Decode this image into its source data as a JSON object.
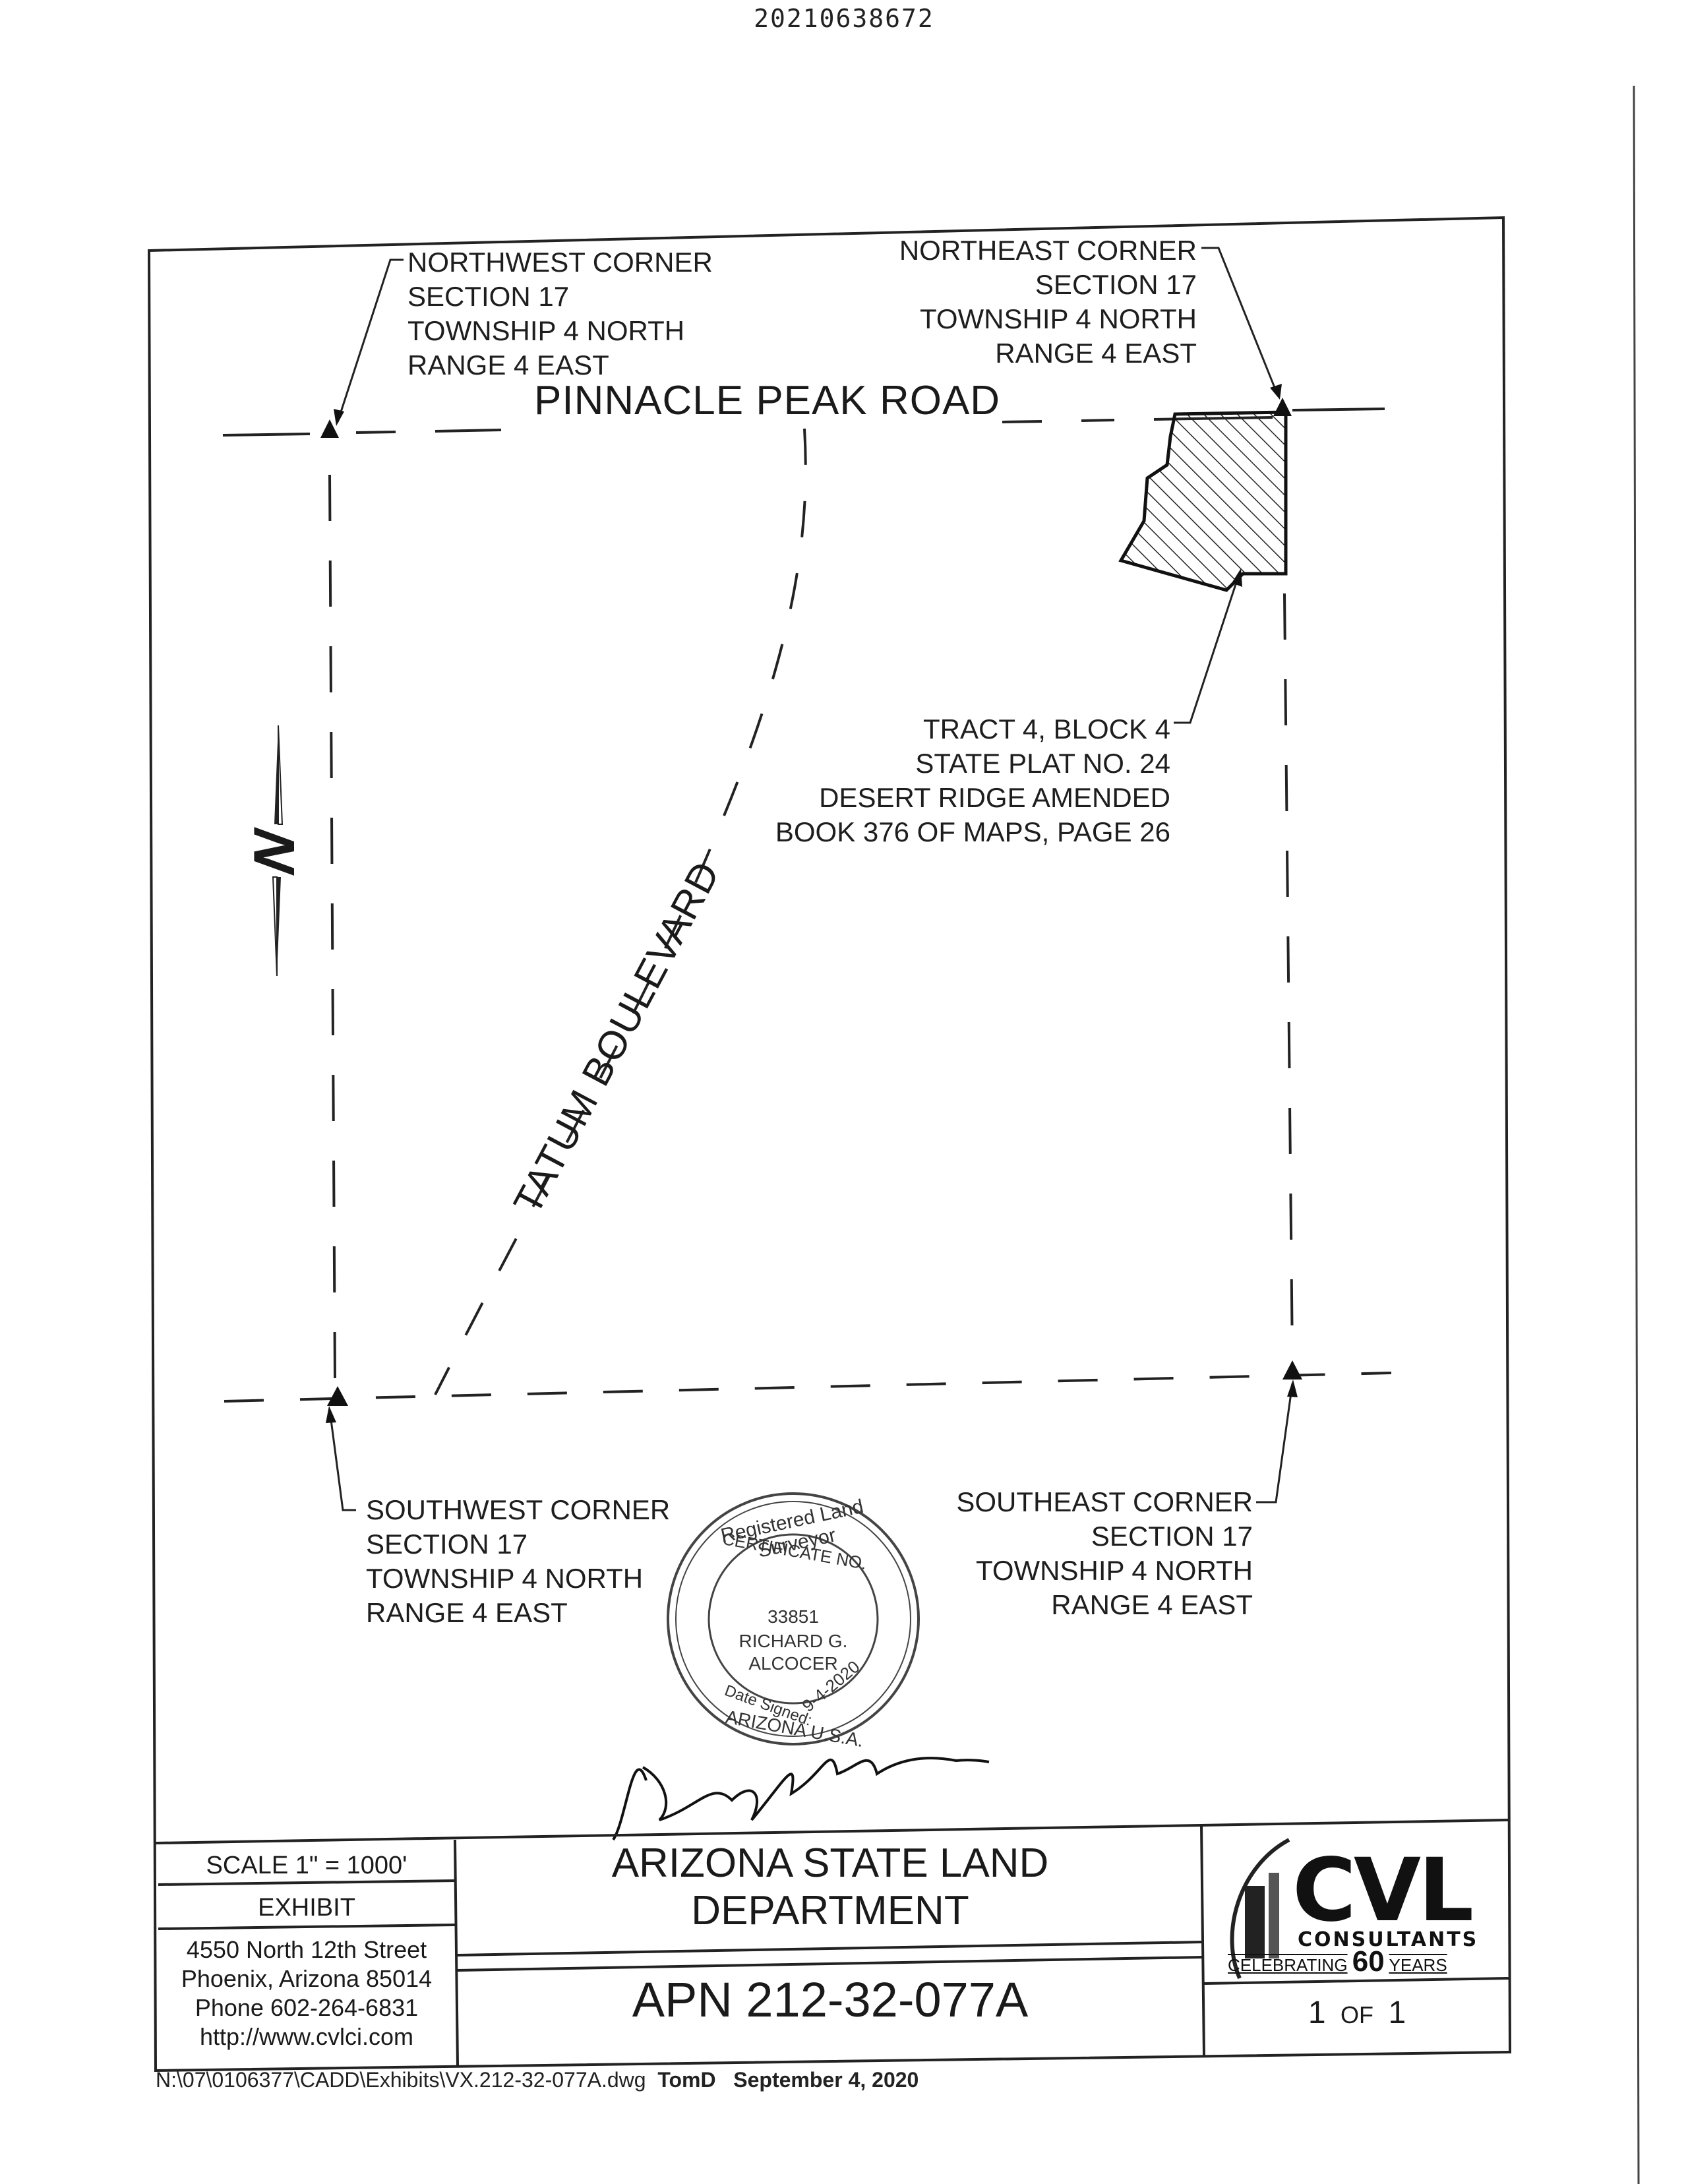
{
  "record_number": "20210638672",
  "corners": {
    "northwest": [
      "NORTHWEST CORNER",
      "SECTION 17",
      "TOWNSHIP 4 NORTH",
      "RANGE 4 EAST"
    ],
    "northeast": [
      "NORTHEAST CORNER",
      "SECTION 17",
      "TOWNSHIP 4 NORTH",
      "RANGE 4 EAST"
    ],
    "southwest": [
      "SOUTHWEST CORNER",
      "SECTION 17",
      "TOWNSHIP 4 NORTH",
      "RANGE 4 EAST"
    ],
    "southeast": [
      "SOUTHEAST CORNER",
      "SECTION 17",
      "TOWNSHIP 4 NORTH",
      "RANGE 4 EAST"
    ]
  },
  "roads": {
    "north": "PINNACLE PEAK ROAD",
    "diagonal": "TATUM BOULEVARD"
  },
  "tract_label": [
    "TRACT 4, BLOCK 4",
    "STATE PLAT NO. 24",
    "DESERT RIDGE AMENDED",
    "BOOK 376 OF MAPS, PAGE 26"
  ],
  "north_arrow": "N",
  "seal": {
    "arc_top": "Registered Land Surveyor",
    "arc_inner": "CERTIFICATE NO.",
    "number": "33851",
    "name_line1": "RICHARD G.",
    "name_line2": "ALCOCER",
    "date_label": "Date Signed:",
    "date_value": "9-4-2020",
    "arc_bottom": "ARIZONA U.S.A."
  },
  "title_block": {
    "scale": "SCALE 1\" = 1000'",
    "exhibit": "EXHIBIT",
    "address": [
      "4550 North 12th Street",
      "Phoenix, Arizona 85014",
      "Phone 602-264-6831",
      "http://www.cvlci.com"
    ],
    "client_line1": "ARIZONA STATE LAND",
    "client_line2": "DEPARTMENT",
    "apn": "APN 212-32-077A",
    "logo_main": "CVL",
    "logo_sub": "CONSULTANTS",
    "logo_celebrating": "CELEBRATING",
    "logo_60": "60",
    "logo_years": "YEARS",
    "page_current": "1",
    "page_of": "OF",
    "page_total": "1"
  },
  "footer": {
    "path": "N:\\07\\0106377\\CADD\\Exhibits\\VX.212-32-077A.dwg",
    "author": "TomD",
    "date": "September 4, 2020"
  }
}
